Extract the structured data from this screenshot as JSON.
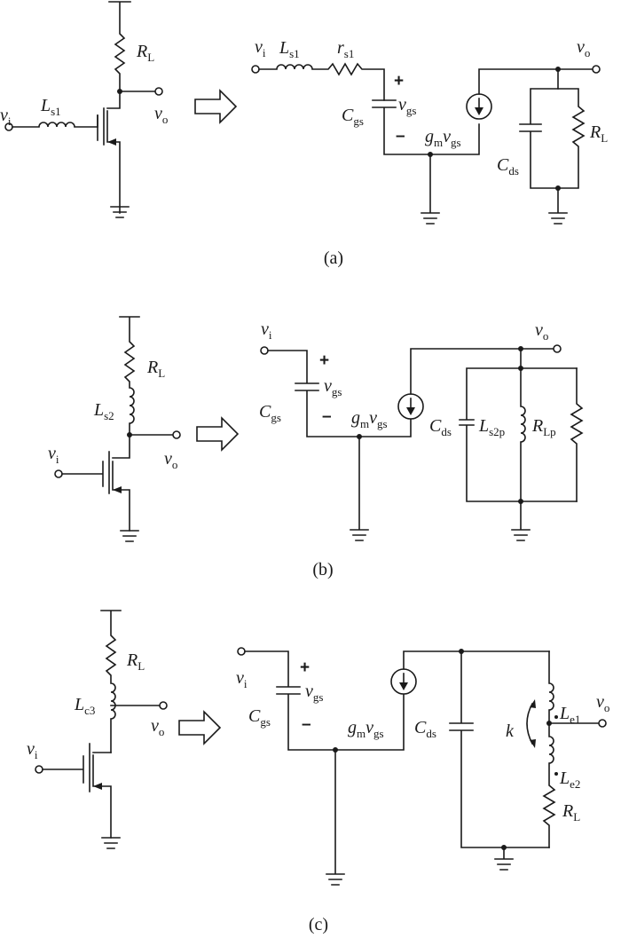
{
  "panels": {
    "a": {
      "caption": "(a)",
      "left": {
        "vi": "v",
        "vi_sub": "i",
        "Ls": "L",
        "Ls_sub": "s1",
        "RL": "R",
        "RL_sub": "L",
        "vo": "v",
        "vo_sub": "o"
      },
      "right": {
        "vi": "v",
        "vi_sub": "i",
        "Ls": "L",
        "Ls_sub": "s1",
        "rs": "r",
        "rs_sub": "s1",
        "plus": "+",
        "minus": "–",
        "Cgs": "C",
        "Cgs_sub": "gs",
        "vgs": "v",
        "vgs_sub": "gs",
        "gm": "g",
        "gm_sub": "m",
        "gmv": "v",
        "gmv_sub": "gs",
        "vo": "v",
        "vo_sub": "o",
        "Cds": "C",
        "Cds_sub": "ds",
        "RL": "R",
        "RL_sub": "L"
      }
    },
    "b": {
      "caption": "(b)",
      "left": {
        "vi": "v",
        "vi_sub": "i",
        "Ls": "L",
        "Ls_sub": "s2",
        "RL": "R",
        "RL_sub": "L",
        "vo": "v",
        "vo_sub": "o"
      },
      "right": {
        "vi": "v",
        "vi_sub": "i",
        "plus": "+",
        "minus": "–",
        "Cgs": "C",
        "Cgs_sub": "gs",
        "vgs": "v",
        "vgs_sub": "gs",
        "gm": "g",
        "gm_sub": "m",
        "gmv": "v",
        "gmv_sub": "gs",
        "vo": "v",
        "vo_sub": "o",
        "Cds": "C",
        "Cds_sub": "ds",
        "Lp": "L",
        "Lp_sub": "s2p",
        "RLp": "R",
        "RLp_sub": "Lp"
      }
    },
    "c": {
      "caption": "(c)",
      "left": {
        "vi": "v",
        "vi_sub": "i",
        "Lc": "L",
        "Lc_sub": "c3",
        "RL": "R",
        "RL_sub": "L",
        "vo": "v",
        "vo_sub": "o"
      },
      "right": {
        "vi": "v",
        "vi_sub": "i",
        "plus": "+",
        "minus": "–",
        "Cgs": "C",
        "Cgs_sub": "gs",
        "vgs": "v",
        "vgs_sub": "gs",
        "gm": "g",
        "gm_sub": "m",
        "gmv": "v",
        "gmv_sub": "gs",
        "Cds": "C",
        "Cds_sub": "ds",
        "Le1": "L",
        "Le1_sub": "e1",
        "Le2": "L",
        "Le2_sub": "e2",
        "k": "k",
        "vo": "v",
        "vo_sub": "o",
        "RL": "R",
        "RL_sub": "L"
      }
    }
  }
}
